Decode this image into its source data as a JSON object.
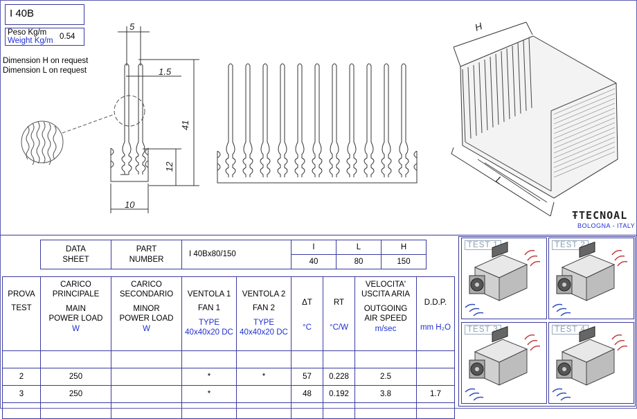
{
  "header": {
    "code": "I 40B",
    "weight_it": "Peso Kg/m",
    "weight_en": "Weight Kg/m",
    "weight_value": "0.54",
    "dim_h_note": "Dimension H on request",
    "dim_l_note": "Dimension L on request"
  },
  "drawing": {
    "dim_5": "5",
    "dim_1_5": "1.5",
    "dim_41": "41",
    "dim_12": "12",
    "dim_10": "10",
    "iso_h": "H",
    "iso_l": "L"
  },
  "logo": {
    "name": "TECNOAL",
    "city": "BOLOGNA - ITALY"
  },
  "spec": {
    "data_sheet": [
      "DATA",
      "SHEET"
    ],
    "part_number": [
      "PART",
      "NUMBER"
    ],
    "part_value": "I 40Bx80/150",
    "cols": [
      {
        "header": "I",
        "value": "40"
      },
      {
        "header": "L",
        "value": "80"
      },
      {
        "header": "H",
        "value": "150"
      }
    ]
  },
  "table": {
    "headers": {
      "prova": [
        "PROVA",
        "TEST"
      ],
      "carico_principale": [
        "CARICO",
        "PRINCIPALE",
        "MAIN",
        "POWER LOAD",
        "W"
      ],
      "carico_secondario": [
        "CARICO",
        "SECONDARIO",
        "MINOR",
        "POWER LOAD",
        "W"
      ],
      "ventola1": [
        "VENTOLA 1",
        "FAN 1",
        "TYPE",
        "40x40x20 DC"
      ],
      "ventola2": [
        "VENTOLA 2",
        "FAN 2",
        "TYPE",
        "40x40x20 DC"
      ],
      "delta_t": [
        "ΔT",
        "°C"
      ],
      "rt": [
        "RT",
        "°C/W"
      ],
      "velocita": [
        "VELOCITA'",
        "USCITA  ARIA",
        "OUTGOING",
        "AIR SPEED",
        "m/sec"
      ],
      "ddp": [
        "D.D.P.",
        "mm H₂O"
      ]
    },
    "rows": [
      {
        "test": "",
        "main": "",
        "minor": "",
        "fan1": "",
        "fan2": "",
        "dt": "",
        "rt": "",
        "speed": "",
        "ddp": ""
      },
      {
        "test": "2",
        "main": "250",
        "minor": "",
        "fan1": "*",
        "fan2": "*",
        "dt": "57",
        "rt": "0.228",
        "speed": "2.5",
        "ddp": ""
      },
      {
        "test": "3",
        "main": "250",
        "minor": "",
        "fan1": "*",
        "fan2": "",
        "dt": "48",
        "rt": "0.192",
        "speed": "3.8",
        "ddp": "1.7"
      },
      {
        "test": "",
        "main": "",
        "minor": "",
        "fan1": "",
        "fan2": "",
        "dt": "",
        "rt": "",
        "speed": "",
        "ddp": ""
      }
    ]
  },
  "tests": [
    {
      "label": "TEST  1"
    },
    {
      "label": "TEST  2"
    },
    {
      "label": "TEST  3"
    },
    {
      "label": "TEST  4"
    }
  ]
}
